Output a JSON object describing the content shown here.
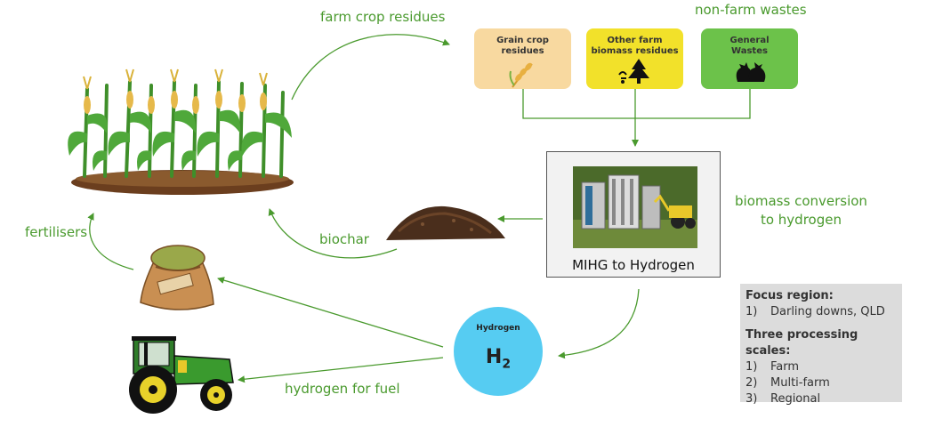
{
  "labels": {
    "farm_crop_residues": "farm crop residues",
    "non_farm_wastes": "non-farm wastes",
    "biomass_conversion_line1": "biomass conversion",
    "biomass_conversion_line2": "to hydrogen",
    "biochar": "biochar",
    "fertilisers": "fertilisers",
    "hydrogen_for_fuel": "hydrogen for fuel"
  },
  "boxes": {
    "grain_line1": "Grain crop",
    "grain_line2": "residues",
    "other_line1": "Other farm",
    "other_line2": "biomass residues",
    "general_line1": "General",
    "general_line2": "Wastes"
  },
  "mihg": {
    "label": "MIHG to Hydrogen"
  },
  "hydrogen": {
    "title": "Hydrogen",
    "symbol": "H",
    "subscript": "2"
  },
  "focus": {
    "heading1": "Focus region:",
    "region_num": "1)",
    "region": "Darling downs, QLD",
    "heading2": "Three processing scales:",
    "scales": [
      {
        "num": "1)",
        "name": "Farm"
      },
      {
        "num": "2)",
        "name": "Multi-farm"
      },
      {
        "num": "3)",
        "name": "Regional"
      }
    ]
  },
  "colors": {
    "arrow_green": "#4a9a2e",
    "grain_box": "#f8d9a0",
    "other_box": "#f2e12a",
    "general_box": "#6cc24a",
    "hydrogen_circle": "#56ccf2",
    "focus_bg": "#dcdcdc"
  },
  "icons": [
    "corn-field-icon",
    "wheat-icon",
    "tree-icon",
    "garbage-bags-icon",
    "plant-machinery-icon",
    "biochar-pile-icon",
    "fertiliser-sack-icon",
    "tractor-icon"
  ]
}
